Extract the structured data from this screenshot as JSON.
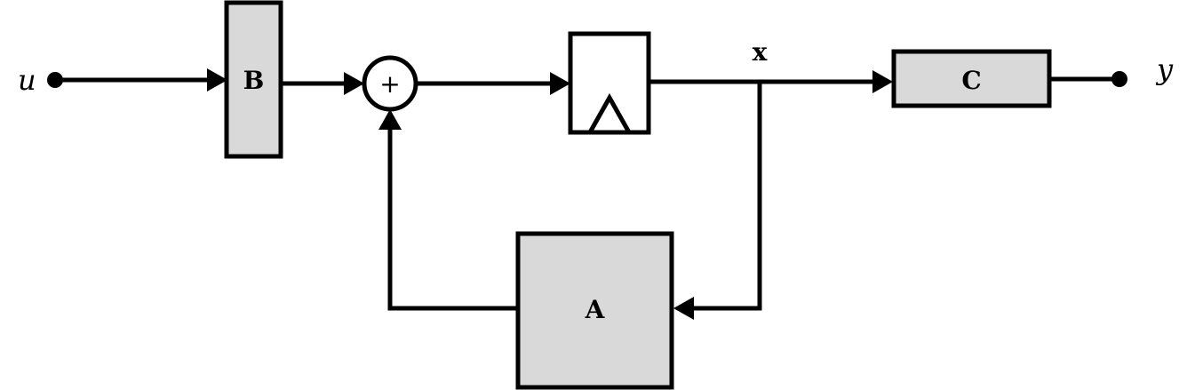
{
  "diagram": {
    "colors": {
      "block_fill": "#d9d9d9",
      "stroke": "#000000",
      "background": "#ffffff"
    },
    "input_label": "u",
    "output_label": "y",
    "state_label": "x",
    "blocks": {
      "b": {
        "label": "B"
      },
      "c": {
        "label": "C"
      },
      "a": {
        "label": "A"
      },
      "delay": {
        "symbol": "delay-triangle-icon"
      }
    },
    "summing_junction": {
      "symbol": "+"
    }
  }
}
